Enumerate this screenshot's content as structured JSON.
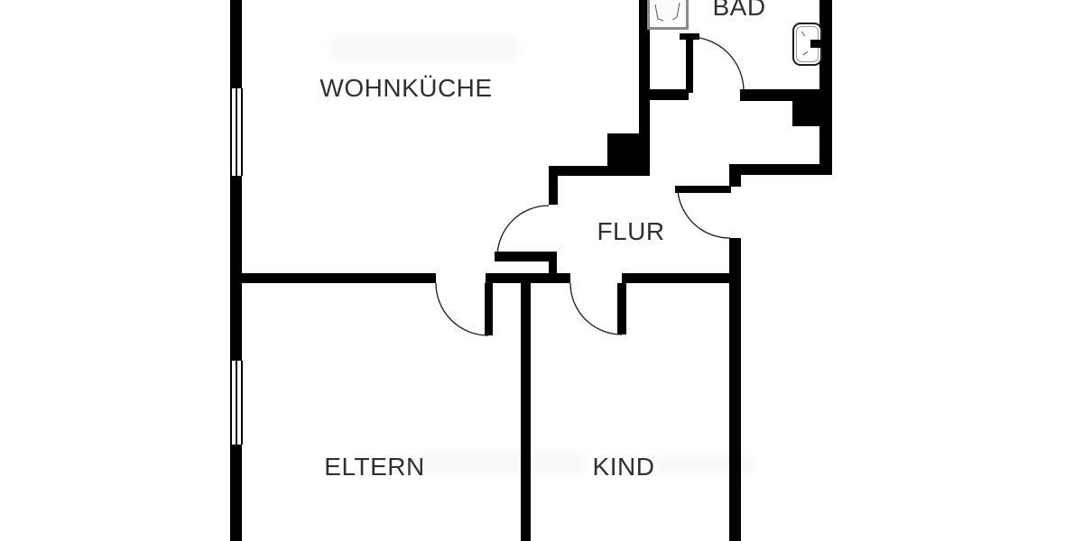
{
  "rooms": {
    "bad": {
      "label": "BAD"
    },
    "wohnkueche": {
      "label": "WOHNKÜCHE"
    },
    "flur": {
      "label": "FLUR"
    },
    "eltern": {
      "label": "ELTERN"
    },
    "kind": {
      "label": "KIND"
    }
  },
  "icons": {
    "shower_tray": "shower-tray-icon",
    "washbasin": "washbasin-icon"
  },
  "colors": {
    "wall": "#000000",
    "label_text": "#303030",
    "fixture_border_gray": "#8a8a8a",
    "background": "#ffffff"
  }
}
